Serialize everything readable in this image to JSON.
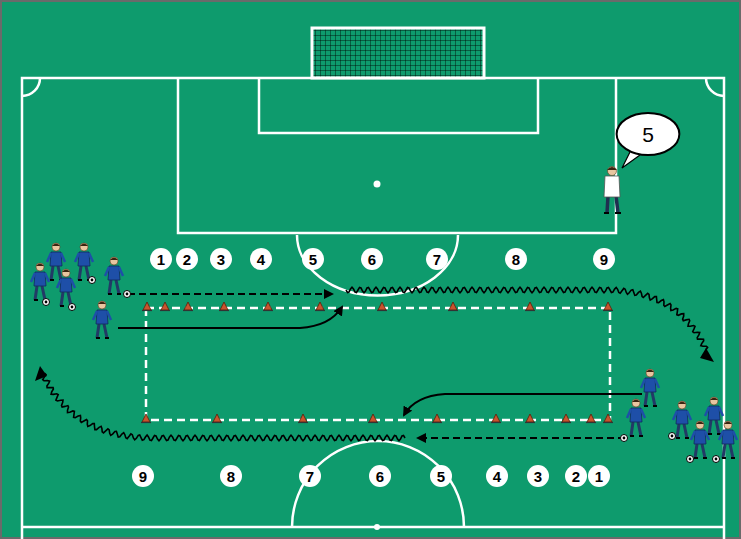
{
  "diagram": {
    "nodes": [
      {
        "text": [
          "5"
        ]
      },
      {
        "text": [
          "1"
        ]
      },
      {
        "text": [
          "2"
        ]
      },
      {
        "text": [
          "3"
        ]
      },
      {
        "text": [
          "4"
        ]
      },
      {
        "text": [
          "5"
        ]
      },
      {
        "text": [
          "6"
        ]
      },
      {
        "text": [
          "7"
        ]
      },
      {
        "text": [
          "8"
        ]
      },
      {
        "text": [
          "9"
        ]
      },
      {
        "text": [
          "9"
        ]
      },
      {
        "text": [
          "8"
        ]
      },
      {
        "text": [
          "7"
        ]
      },
      {
        "text": [
          "6"
        ]
      },
      {
        "text": [
          "5"
        ]
      },
      {
        "text": [
          "4"
        ]
      },
      {
        "text": [
          "3"
        ]
      },
      {
        "text": [
          "2"
        ]
      },
      {
        "text": [
          "1"
        ]
      }
    ]
  }
}
